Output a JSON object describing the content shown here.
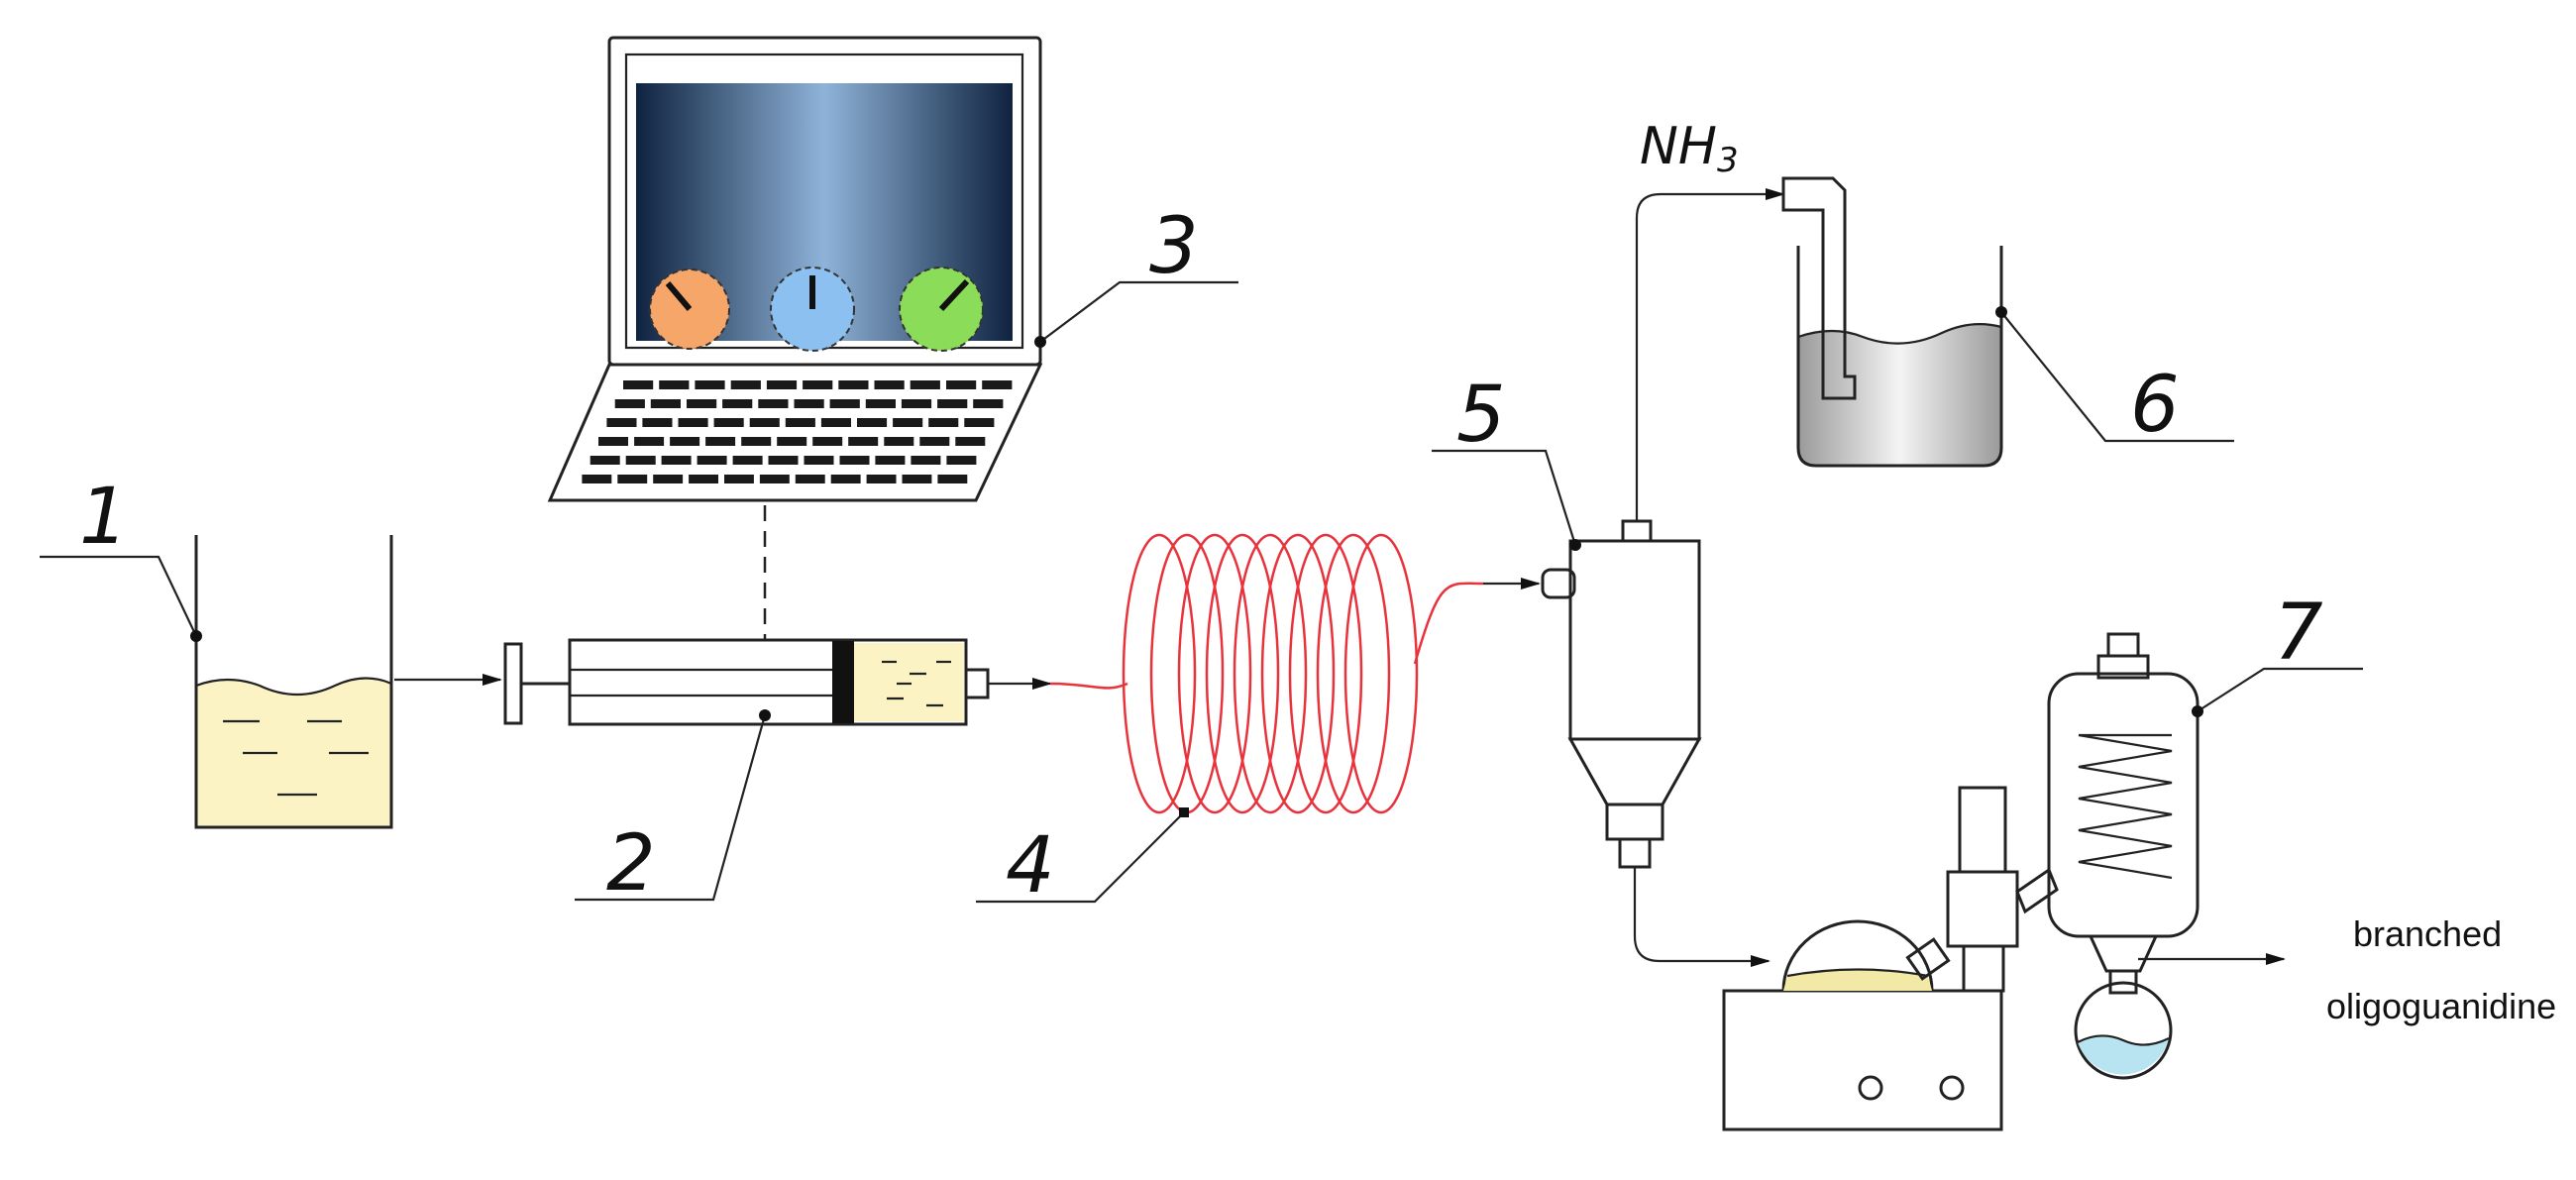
{
  "callouts": {
    "reservoir": "1",
    "syringe_pump": "2",
    "laptop": "3",
    "coil_reactor": "4",
    "separator": "5",
    "absorber": "6",
    "rotary_evaporator": "7"
  },
  "gas_label": {
    "formula": "NH",
    "subscript": "3"
  },
  "product_label": {
    "line1": "branched",
    "line2": "oligoguanidine"
  },
  "colors": {
    "solution": "#fbf3c4",
    "screen_dark": "#0f2340",
    "screen_light": "#8fb3d8",
    "gauge_orange": "#f7a66a",
    "gauge_blue": "#8cc0f0",
    "gauge_green": "#8bdc58",
    "coil": "#e8323c",
    "absorber_liquid": "#c9c9c9",
    "flask_liquid": "#b8e3f0",
    "evaporator_liquid": "#f3e9a6"
  }
}
